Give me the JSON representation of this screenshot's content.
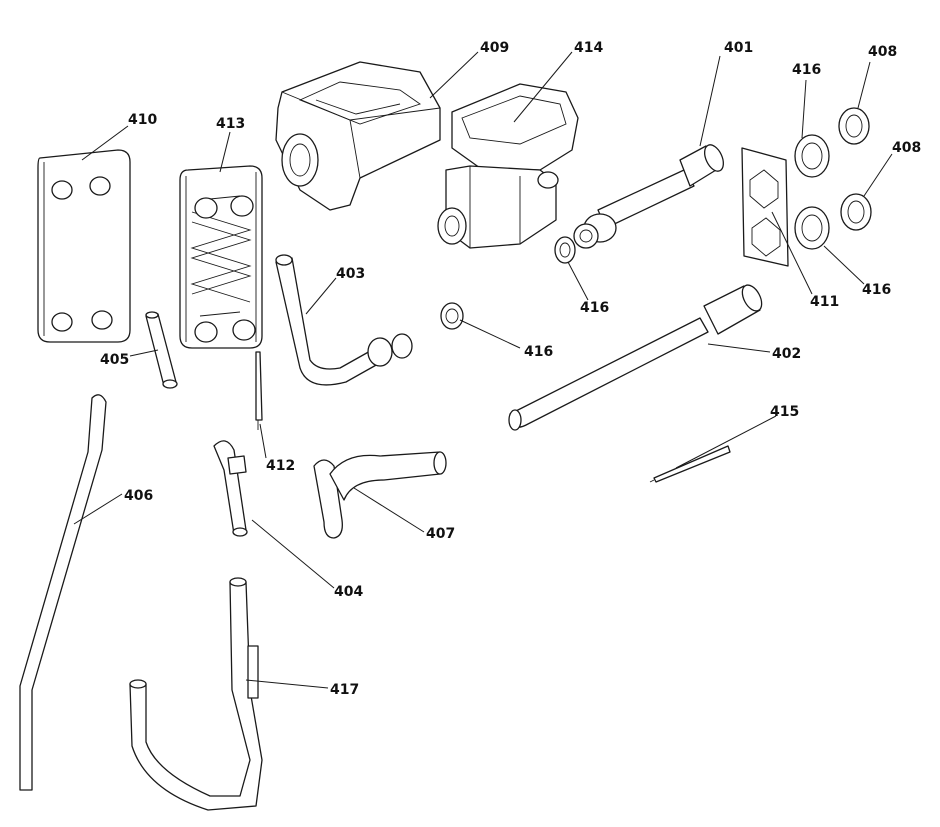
{
  "diagram": {
    "callouts": [
      {
        "id": "c401",
        "label": "401"
      },
      {
        "id": "c402",
        "label": "402"
      },
      {
        "id": "c403",
        "label": "403"
      },
      {
        "id": "c404",
        "label": "404"
      },
      {
        "id": "c405",
        "label": "405"
      },
      {
        "id": "c406",
        "label": "406"
      },
      {
        "id": "c407",
        "label": "407"
      },
      {
        "id": "c408a",
        "label": "408"
      },
      {
        "id": "c408b",
        "label": "408"
      },
      {
        "id": "c409",
        "label": "409"
      },
      {
        "id": "c410",
        "label": "410"
      },
      {
        "id": "c411",
        "label": "411"
      },
      {
        "id": "c412",
        "label": "412"
      },
      {
        "id": "c413",
        "label": "413"
      },
      {
        "id": "c414",
        "label": "414"
      },
      {
        "id": "c415",
        "label": "415"
      },
      {
        "id": "c416a",
        "label": "416"
      },
      {
        "id": "c416b",
        "label": "416"
      },
      {
        "id": "c416c",
        "label": "416"
      },
      {
        "id": "c416d",
        "label": "416"
      },
      {
        "id": "c417",
        "label": "417"
      }
    ]
  }
}
